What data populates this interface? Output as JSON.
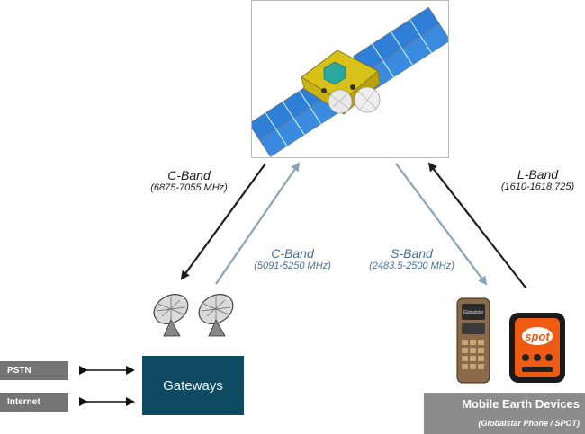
{
  "links": {
    "gateway_uplink": {
      "band": "C-Band",
      "freq": "(6875-7055 MHz)"
    },
    "gateway_downlink": {
      "band": "C-Band",
      "freq": "(5091-5250 MHz)"
    },
    "user_downlink": {
      "band": "S-Band",
      "freq": "(2483.5-2500 MHz)"
    },
    "user_uplink": {
      "band": "L-Band",
      "freq": "(1610-1618.725)"
    }
  },
  "gateways": {
    "label": "Gateways"
  },
  "networks": [
    {
      "label": "PSTN"
    },
    {
      "label": "Internet"
    }
  ],
  "devices": {
    "title": "Mobile Earth Devices",
    "subtitle": "(Globalstar Phone / SPOT)",
    "phone_brand": "Globalstar",
    "spot_logo": "spot"
  },
  "colors": {
    "dark_arrow": "#1f1f1f",
    "light_arrow": "#8aa3b8",
    "gateway_box": "#0f4a63",
    "label_box": "#757575",
    "solar_panel": "#2f7ed8",
    "satellite_body": "#d8c21a",
    "spot_orange": "#ef5b12"
  }
}
